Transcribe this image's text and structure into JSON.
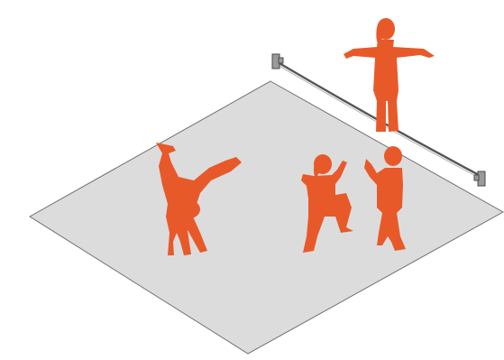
{
  "scene": {
    "floor_color": "#dcdcdc",
    "floor_stroke": "#6f6f6f",
    "figure_color": "#e8592a",
    "rope_color": "#555555",
    "anchor_color": "#9a9a9a",
    "anchor_stroke": "#4a4a4a",
    "figures": [
      {
        "pose": "balancing-on-rope"
      },
      {
        "pose": "handstand"
      },
      {
        "pose": "high-knee-step"
      },
      {
        "pose": "clapping"
      }
    ]
  }
}
